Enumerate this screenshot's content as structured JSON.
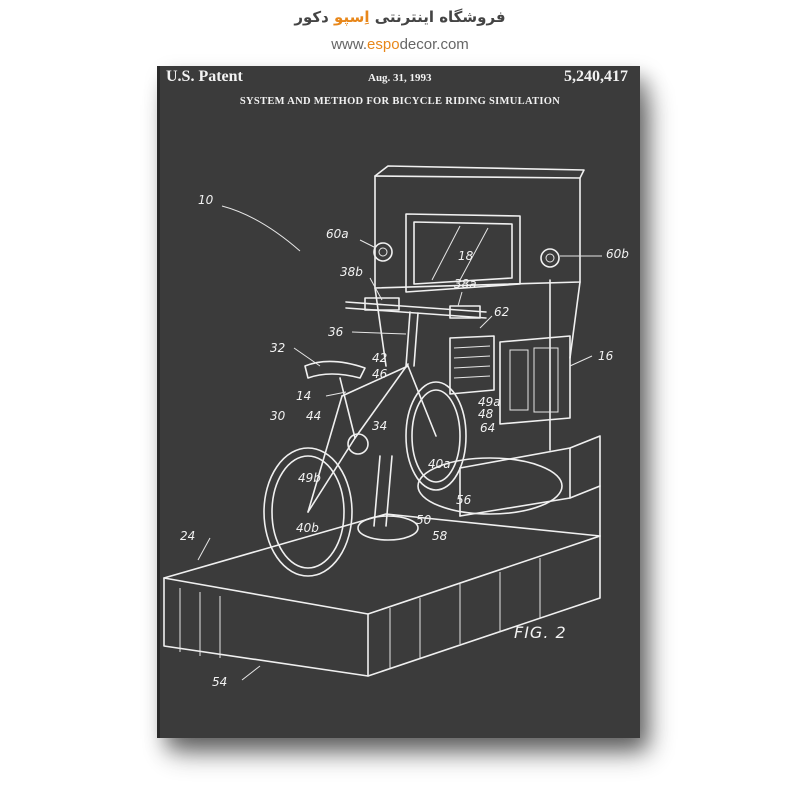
{
  "store": {
    "name_prefix": "فروشگاه اینترنتی ",
    "name_brand": "اِسپو",
    "name_suffix": " دکور",
    "url_prefix": "www.",
    "url_brand": "espo",
    "url_suffix": "decor.com",
    "accent_color": "#e8871a"
  },
  "patent": {
    "office": "U.S. Patent",
    "date": "Aug. 31, 1993",
    "number": "5,240,417",
    "title": "SYSTEM AND METHOD FOR BICYCLE RIDING SIMULATION",
    "figure": "FIG. 2",
    "canvas_color": "#3b3b3b",
    "line_color": "#f0f0f0",
    "refs": {
      "r10": "10",
      "r60a": "60a",
      "r60b": "60b",
      "r18": "18",
      "r38b": "38b",
      "r38a": "38a",
      "r62": "62",
      "r36": "36",
      "r32": "32",
      "r42": "42",
      "r46": "46",
      "r16": "16",
      "r14": "14",
      "r49a": "49a",
      "r48": "48",
      "r30": "30",
      "r44": "44",
      "r34": "34",
      "r64": "64",
      "r49b": "49b",
      "r40a": "40a",
      "r56": "56",
      "r50": "50",
      "r24": "24",
      "r40b": "40b",
      "r58": "58",
      "r54": "54"
    }
  }
}
